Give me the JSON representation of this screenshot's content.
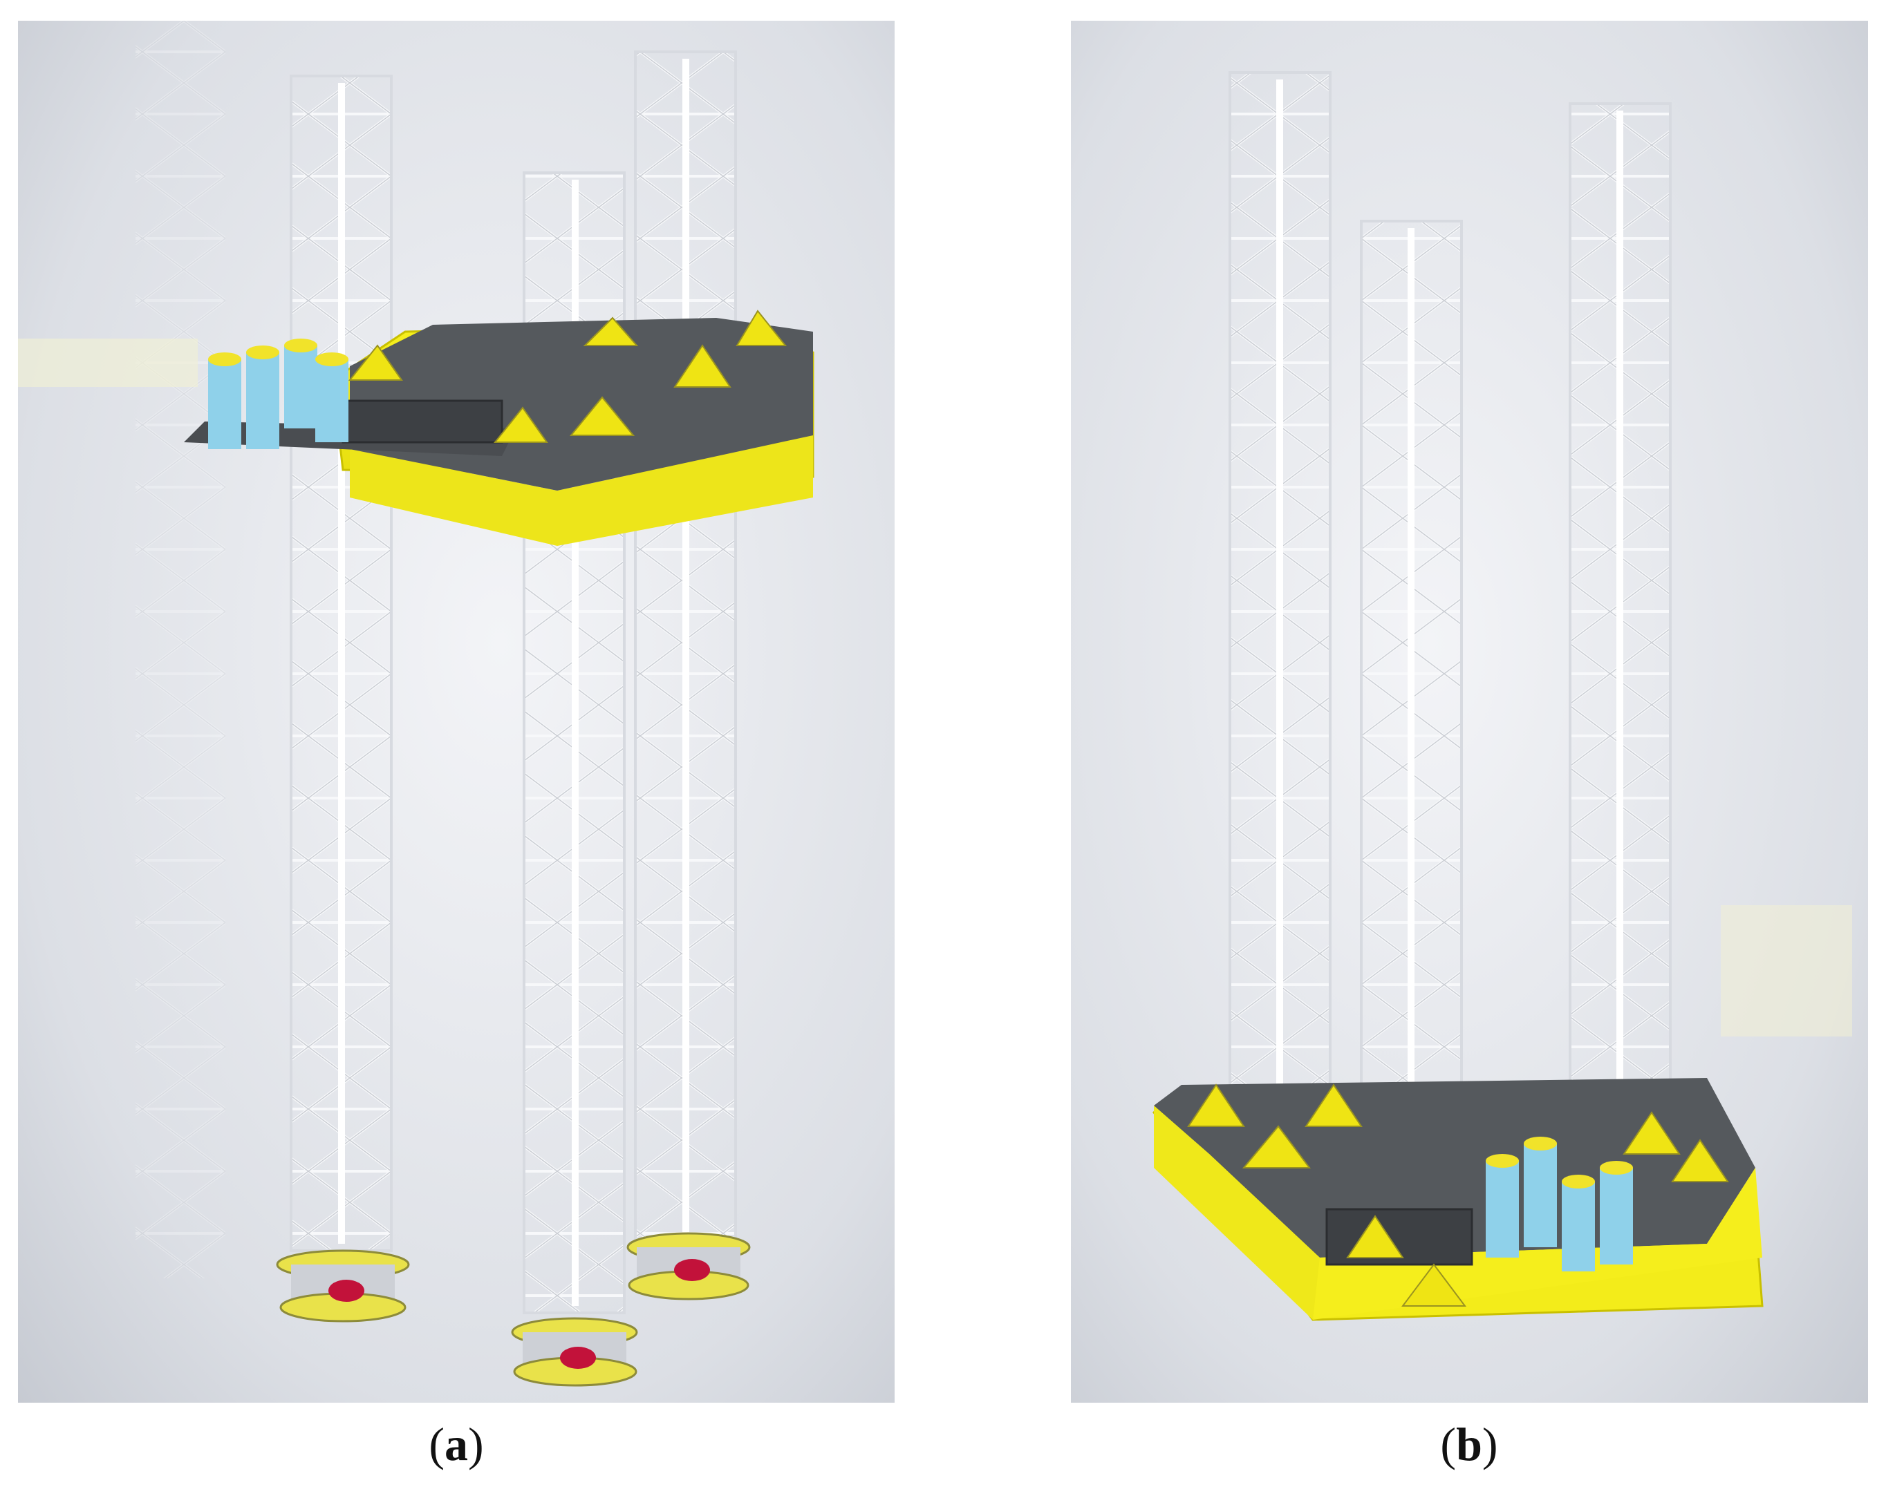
{
  "figure": {
    "panels": [
      {
        "id": "a",
        "label": "a",
        "description_visible": false
      },
      {
        "id": "b",
        "label": "b",
        "description_visible": false
      }
    ],
    "colors": {
      "background_light": "#eef0f4",
      "background_dark": "#c9ccd3",
      "hull_yellow": "#f3ec1a",
      "deck_gray": "#5a5e62",
      "lattice": "#e6e8ec",
      "tank_blue": "#8fd1ea",
      "spudcan_red": "#c2123a"
    }
  }
}
